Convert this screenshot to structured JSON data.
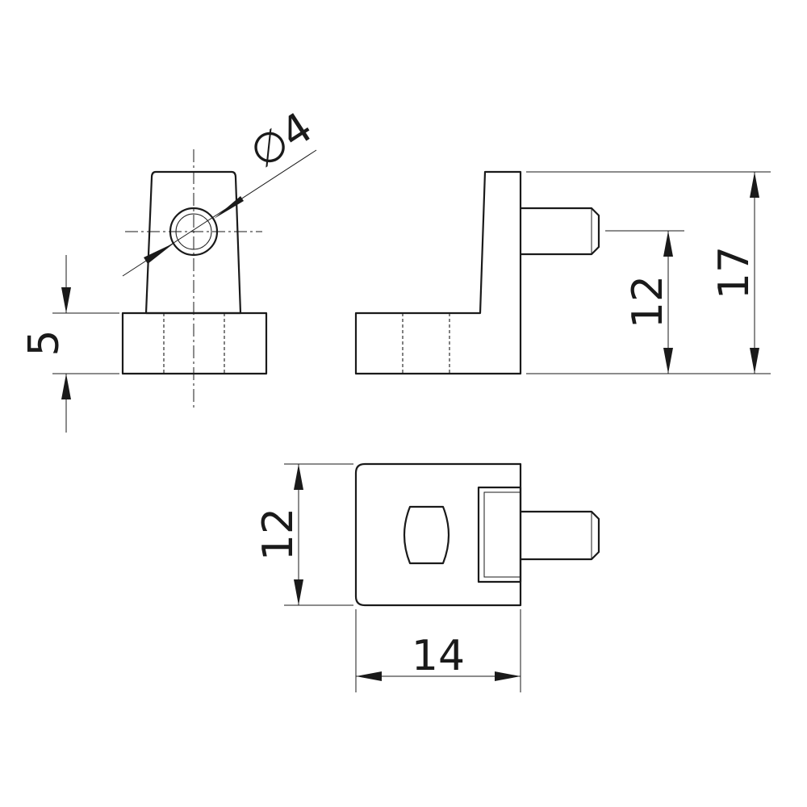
{
  "colors": {
    "line": "#1a1a1a",
    "background": "#ffffff"
  },
  "dimensions": {
    "diameter": "∅4",
    "base_height": "5",
    "pin_height": "12",
    "overall_height": "17",
    "plan_width": "12",
    "plan_length": "14"
  }
}
